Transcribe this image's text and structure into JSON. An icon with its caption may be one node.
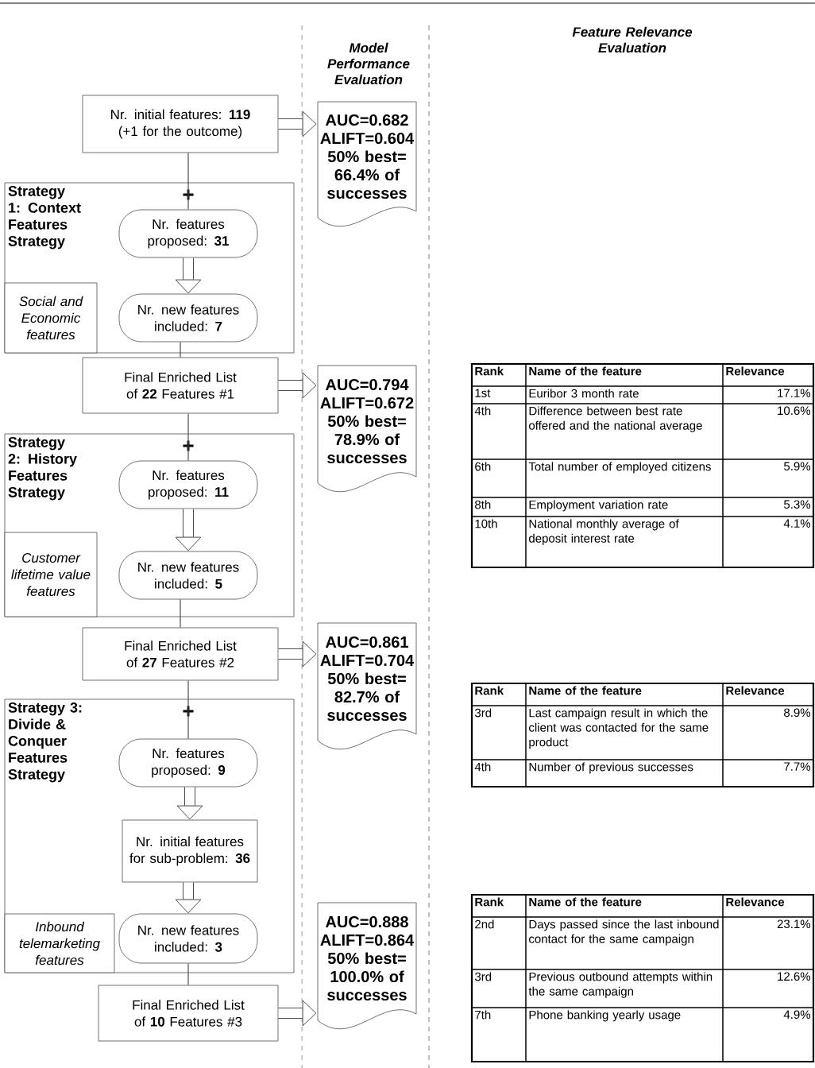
{
  "diagram": {
    "nodes": [
      {
        "text": [
          "Nr. initial features: **119** (+1 for the outcome)"
        ]
      },
      {
        "text": [
          "Strategy 1: Context Features Strategy"
        ]
      },
      {
        "text": [
          "Nr. features proposed: **31**"
        ],
        "in": 1
      },
      {
        "text": [
          "Nr. new features included: **7**"
        ],
        "in": 1
      },
      {
        "text": [
          "Social and Economic features"
        ],
        "in": 1
      },
      {
        "text": [
          "Final Enriched List of **22** Features #1"
        ]
      },
      {
        "text": [
          "Strategy 2: History Features Strategy"
        ]
      },
      {
        "text": [
          "Nr. features proposed: **11**"
        ],
        "in": 6
      },
      {
        "text": [
          "Nr. new features included: **5**"
        ],
        "in": 6
      },
      {
        "text": [
          "Customer lifetime value features"
        ],
        "in": 6
      },
      {
        "text": [
          "Final Enriched List of **27** Features #2"
        ]
      },
      {
        "text": [
          "Strategy 3: Divide & Conquer Features Strategy"
        ]
      },
      {
        "text": [
          "Nr. features proposed: **9**"
        ],
        "in": 11
      },
      {
        "text": [
          "Nr. initial features for sub-problem: **36**"
        ],
        "in": 11
      },
      {
        "text": [
          "Nr. new features included: **3**"
        ],
        "in": 11
      },
      {
        "text": [
          "Inbound telemarketing features"
        ],
        "in": 11
      },
      {
        "text": [
          "Final Enriched List of **10** Features #3"
        ]
      },
      {
        "text": [
          "AUC=0.682 ALIFT=0.604 50% best= 66.4% of successes"
        ]
      },
      {
        "text": [
          "AUC=0.794 ALIFT=0.672 50% best= 78.9% of successes"
        ]
      },
      {
        "text": [
          "AUC=0.861 ALIFT=0.704 50% best= 82.7% of successes"
        ]
      },
      {
        "text": [
          "AUC=0.888 ALIFT=0.864 50% best= 100.0% of successes"
        ]
      }
    ],
    "edges": [
      {
        "from": 0,
        "to": 2,
        "arrow": "none"
      },
      {
        "from": 2,
        "to": 3,
        "arrow": "to"
      },
      {
        "from": 3,
        "to": 5,
        "arrow": "none"
      },
      {
        "from": 0,
        "to": 17,
        "arrow": "to"
      },
      {
        "from": 5,
        "to": 18,
        "arrow": "to"
      },
      {
        "from": 5,
        "to": 7,
        "arrow": "none"
      },
      {
        "from": 7,
        "to": 8,
        "arrow": "to"
      },
      {
        "from": 8,
        "to": 10,
        "arrow": "none"
      },
      {
        "from": 10,
        "to": 19,
        "arrow": "to"
      },
      {
        "from": 10,
        "to": 12,
        "arrow": "none"
      },
      {
        "from": 12,
        "to": 13,
        "arrow": "to"
      },
      {
        "from": 13,
        "to": 14,
        "arrow": "to"
      },
      {
        "from": 14,
        "to": 16,
        "arrow": "none"
      },
      {
        "from": 16,
        "to": 20,
        "arrow": "to"
      }
    ],
    "labels": [
      "Model Performance Evaluation",
      "Feature Relevance Evaluation",
      "Rank",
      "Name of the feature",
      "Relevance",
      "1st",
      "Euribor 3 month rate",
      "17.1%",
      "4th",
      "Difference between best rate offered and the national average",
      "10.6%",
      "6th",
      "Total number of employed citizens",
      "5.9%",
      "8th",
      "Employment variation rate",
      "5.3%",
      "10th",
      "National monthly average of deposit interest rate",
      "4.1%",
      "Rank",
      "Name of the feature",
      "Relevance",
      "3rd",
      "Last campaign result in which the client was contacted for the same product",
      "8.9%",
      "4th",
      "Number of previous successes",
      "7.7%",
      "Rank",
      "Name of the feature",
      "Relevance",
      "2nd",
      "Days passed since the last inbound contact for the same campaign",
      "23.1%",
      "3rd",
      "Previous outbound attempts within the same campaign",
      "12.6%",
      "7th",
      "Phone banking yearly usage",
      "4.9%",
      "+",
      "+",
      "+"
    ]
  }
}
